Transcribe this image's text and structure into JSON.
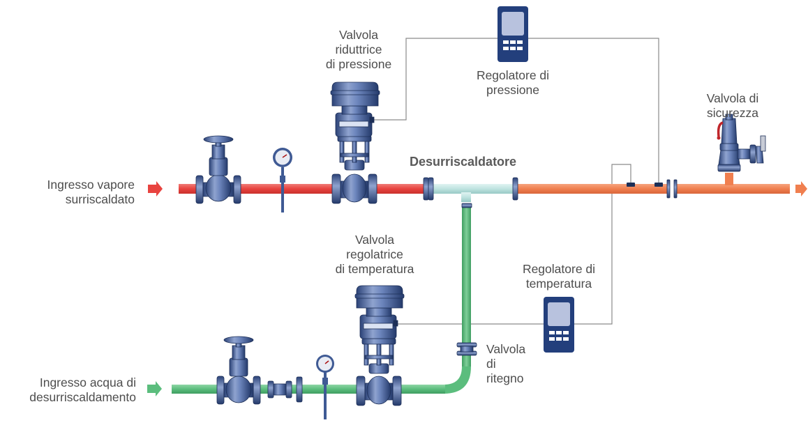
{
  "labels": {
    "steam_inlet": [
      "Ingresso vapore",
      "surriscaldato"
    ],
    "water_inlet": [
      "Ingresso acqua di",
      "desurriscaldamento"
    ],
    "pressure_valve": [
      "Valvola",
      "riduttrice",
      "di pressione"
    ],
    "pressure_controller": [
      "Regolatore di",
      "pressione"
    ],
    "safety_valve": [
      "Valvola di",
      "sicurezza"
    ],
    "desuperheater": "Desurriscaldatore",
    "temperature_valve": [
      "Valvola",
      "regolatrice",
      "di temperatura"
    ],
    "temperature_controller": [
      "Regolatore di",
      "temperatura"
    ],
    "check_valve": [
      "Valvola",
      "di",
      "ritegno"
    ]
  },
  "colors": {
    "steam_pipe": "#e8433f",
    "desuperheater_pipe": "#bfe3e0",
    "outlet_pipe": "#f07f4f",
    "water_pipe": "#5bbd7d",
    "valve_steel": "#3f5a94",
    "controller_body": "#233f7c"
  }
}
